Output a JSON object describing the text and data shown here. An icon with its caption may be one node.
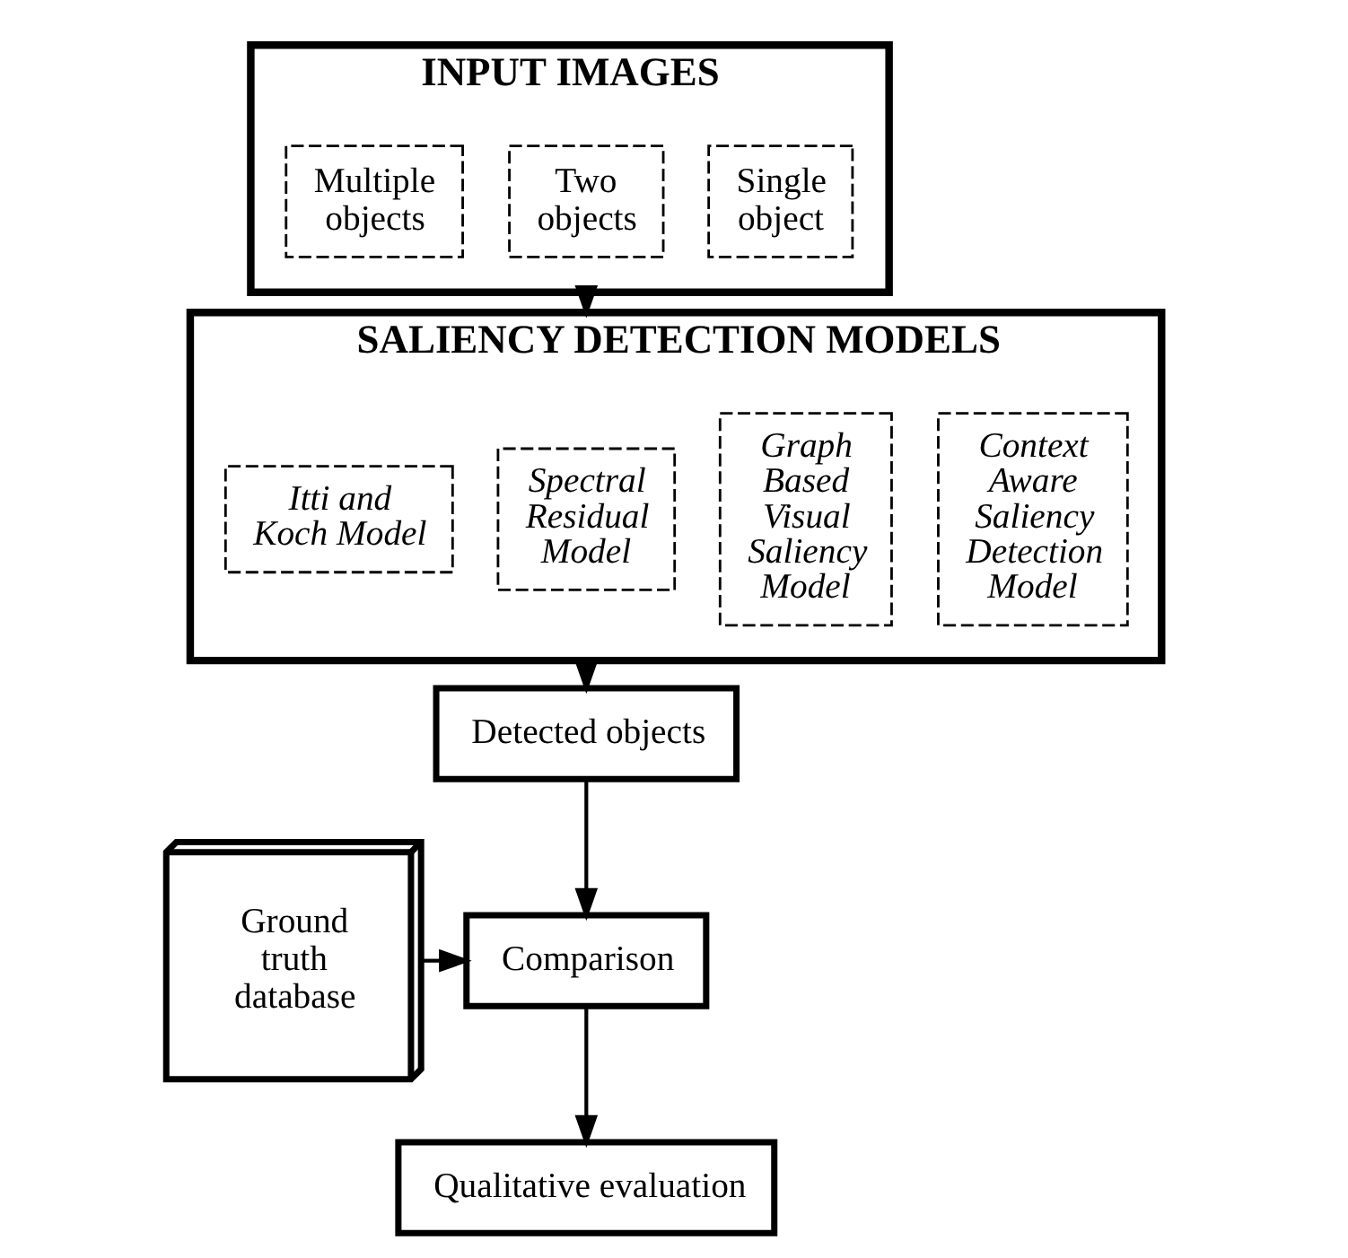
{
  "diagram": {
    "nodes": [
      {
        "text": [
          "INPUT IMAGES"
        ]
      },
      {
        "text": [
          "Single object"
        ],
        "in": 0
      },
      {
        "text": [
          "Two objects"
        ],
        "in": 0
      },
      {
        "text": [
          "Multiple objects"
        ],
        "in": 0
      },
      {
        "text": [
          "SALIENCY DETECTION MODELS"
        ]
      },
      {
        "text": [
          "Context Aware Saliency Detection Model"
        ],
        "in": 4
      },
      {
        "text": [
          "Graph Based Visual Saliency Model"
        ],
        "in": 4
      },
      {
        "text": [
          "Spectral Residual Model"
        ],
        "in": 4
      },
      {
        "text": [
          "Itti and Koch Model"
        ],
        "in": 4
      },
      {
        "text": [
          "Detected objects"
        ]
      },
      {
        "text": [
          "Comparison"
        ]
      },
      {
        "text": [
          "Ground truth database"
        ]
      },
      {
        "text": [
          "Qualitative evaluation"
        ]
      }
    ],
    "edges": [
      {
        "from": 0,
        "to": 4,
        "arrow": "to"
      },
      {
        "from": 4,
        "to": 9,
        "arrow": "to"
      },
      {
        "from": 9,
        "to": 10,
        "arrow": "to"
      },
      {
        "from": 11,
        "to": 10,
        "arrow": "to"
      },
      {
        "from": 10,
        "to": 12,
        "arrow": "to"
      }
    ]
  }
}
